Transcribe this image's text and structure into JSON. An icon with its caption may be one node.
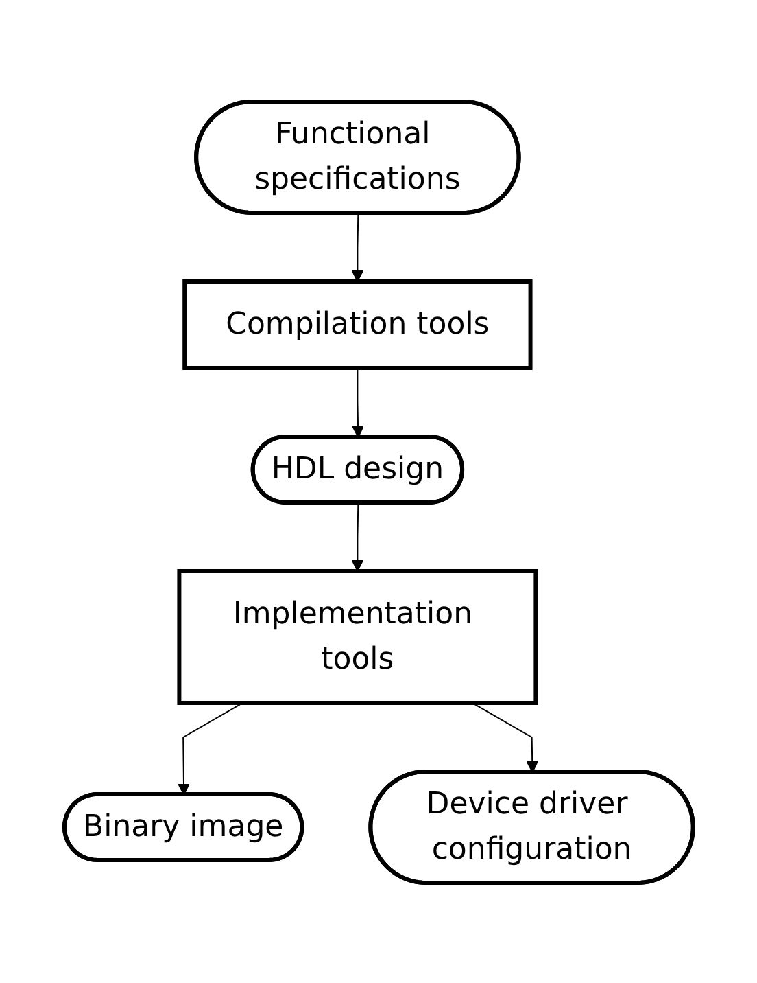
{
  "diagram": {
    "nodes": [
      {
        "text": [
          "Functional specifications"
        ]
      },
      {
        "text": [
          "Compilation tools"
        ]
      },
      {
        "text": [
          "HDL design"
        ]
      },
      {
        "text": [
          "Implementation tools"
        ]
      },
      {
        "text": [
          "Binary image"
        ]
      },
      {
        "text": [
          "Device driver configuration"
        ]
      }
    ],
    "edges": [
      {
        "from": 0,
        "to": 1,
        "arrow": "to"
      },
      {
        "from": 1,
        "to": 2,
        "arrow": "to"
      },
      {
        "from": 2,
        "to": 3,
        "arrow": "to"
      },
      {
        "from": 3,
        "to": 4,
        "arrow": "to"
      },
      {
        "from": 3,
        "to": 5,
        "arrow": "to"
      }
    ]
  }
}
